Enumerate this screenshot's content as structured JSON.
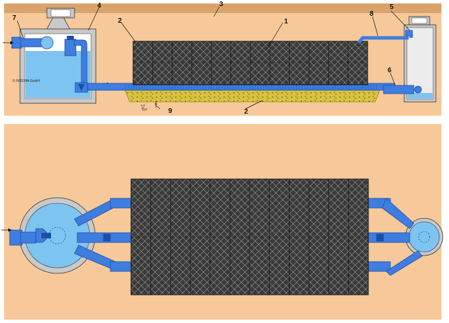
{
  "section_view": {
    "labels": {
      "l1": "1",
      "l2a": "2",
      "l2b": "2",
      "l3": "3",
      "l4": "4",
      "l5": "5",
      "l6": "6",
      "l7": "7",
      "l8": "8",
      "l9": "9"
    },
    "copyright": "© INTEWA GmbH",
    "water_level_symbol": "▽"
  },
  "plan_view": {
    "module_columns": 12
  },
  "colors": {
    "soil": "#f7c99a",
    "soil_dark": "#d9a36c",
    "concrete": "#c9c9c9",
    "water": "#7ec4f0",
    "pipe": "#3f7de0",
    "pipe_dark": "#1b4fa8",
    "module": "#2e2e2e",
    "gravel": "#d8c241"
  }
}
